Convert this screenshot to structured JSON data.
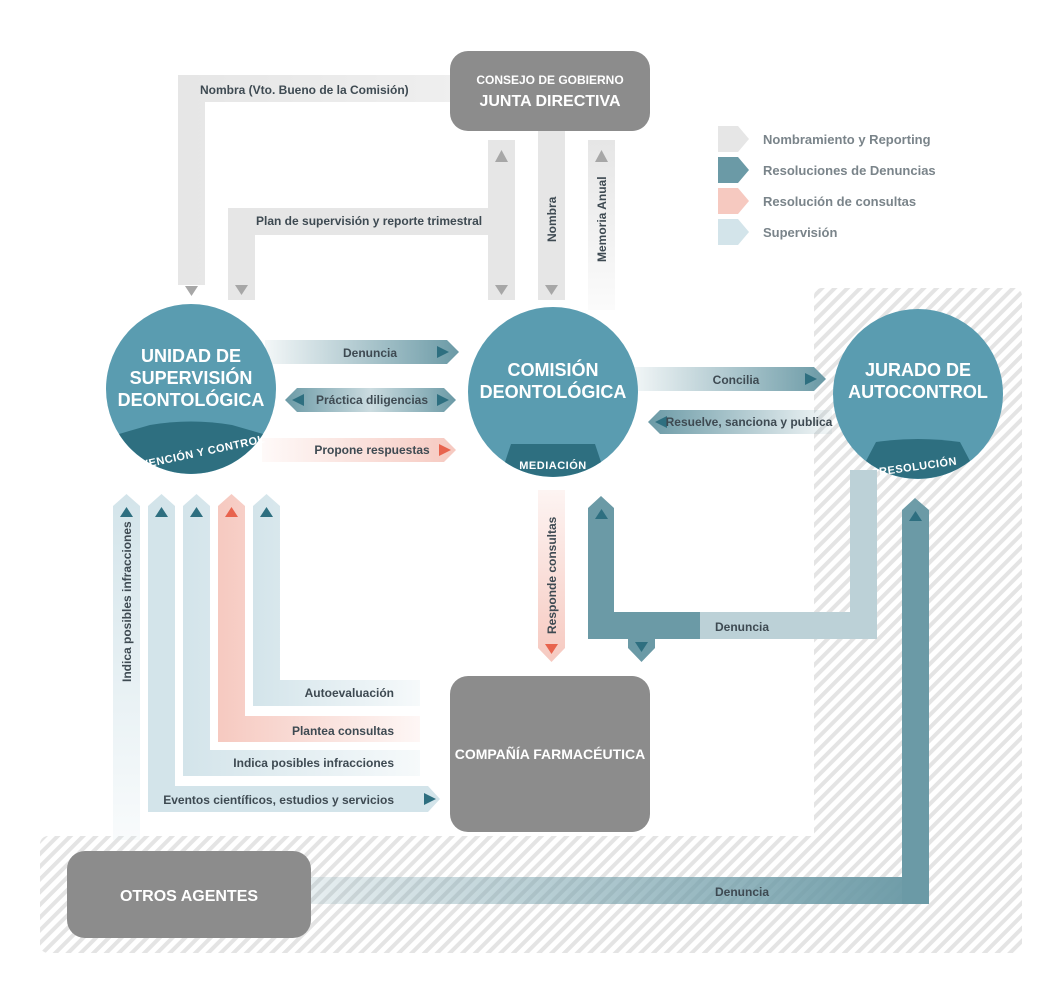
{
  "colors": {
    "nombramiento": "#e6e6e6",
    "denuncias": "#6b9aa6",
    "consultas": "#f6c9c0",
    "supervision": "#d3e4ea",
    "circle": "#5a9cb0",
    "band": "#2e6f80",
    "box": "#8c8c8c",
    "hatch": "#e3e3e3"
  },
  "legend": [
    {
      "label": "Nombramiento y Reporting",
      "color": "#e6e6e6"
    },
    {
      "label": "Resoluciones de Denuncias",
      "color": "#6b9aa6"
    },
    {
      "label": "Resolución de consultas",
      "color": "#f6c9c0"
    },
    {
      "label": "Supervisión",
      "color": "#d3e4ea"
    }
  ],
  "nodes": {
    "junta": {
      "line1": "CONSEJO DE GOBIERNO",
      "line2": "JUNTA DIRECTIVA"
    },
    "unidad": {
      "line1": "UNIDAD DE",
      "line2": "SUPERVISIÓN",
      "line3": "DEONTOLÓGICA",
      "band": "PREVENCIÓN Y CONTROL"
    },
    "comision": {
      "line1": "COMISIÓN",
      "line2": "DEONTOLÓGICA",
      "band": "MEDIACIÓN"
    },
    "jurado": {
      "line1": "JURADO DE",
      "line2": "AUTOCONTROL",
      "band": "RESOLUCIÓN"
    },
    "compania": {
      "label": "COMPAÑÍA FARMACÉUTICA"
    },
    "otros": {
      "label": "OTROS AGENTES"
    }
  },
  "flows": {
    "nombra_vto": "Nombra (Vto. Bueno de la Comisión)",
    "plan_supervision": "Plan de supervisión y reporte trimestral",
    "nombra": "Nombra",
    "memoria_anual": "Memoria Anual",
    "denuncia_top": "Denuncia",
    "practica": "Práctica diligencias",
    "propone": "Propone respuestas",
    "concilia": "Concilia",
    "resuelve": "Resuelve, sanciona y publica",
    "responde": "Responde consultas",
    "denuncia_mid": "Denuncia",
    "denuncia_bottom": "Denuncia",
    "indica_vertical": "Indica posibles infracciones",
    "autoevaluacion": "Autoevaluación",
    "plantea": "Plantea consultas",
    "indica_horizontal": "Indica posibles infracciones",
    "eventos": "Eventos científicos, estudios y servicios"
  }
}
